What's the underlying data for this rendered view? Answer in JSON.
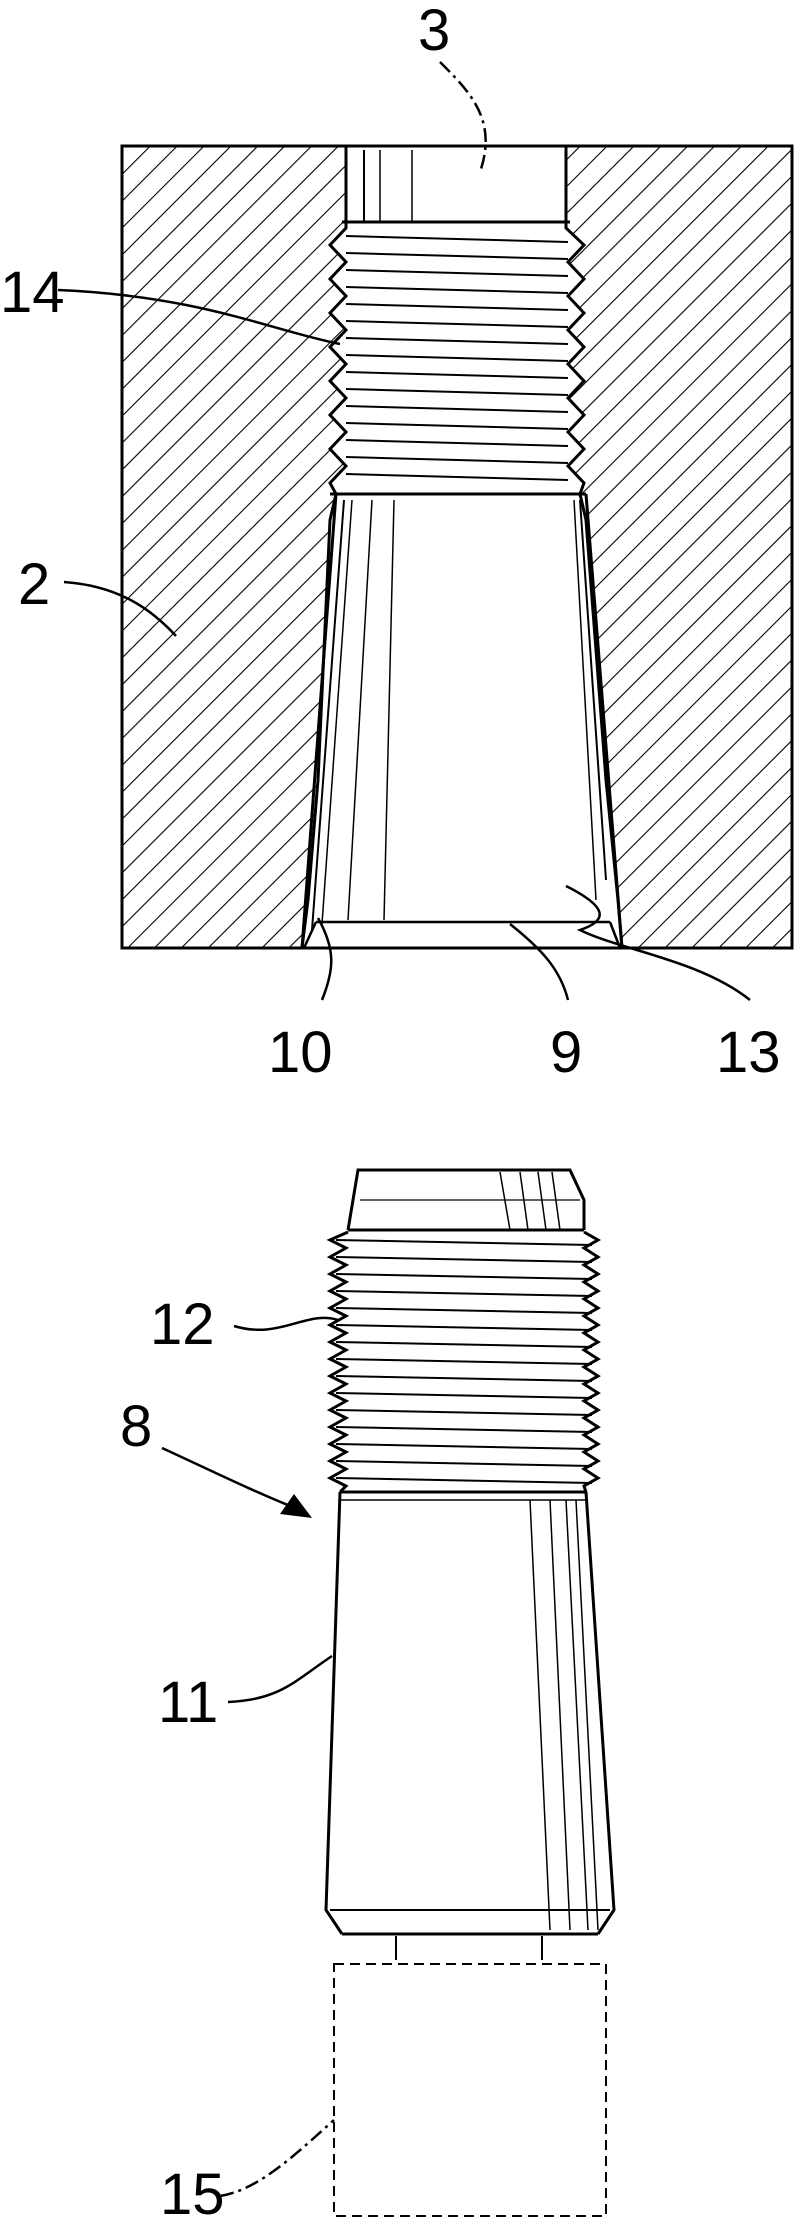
{
  "labels": {
    "l3": "3",
    "l14": "14",
    "l2": "2",
    "l10": "10",
    "l9": "9",
    "l13": "13",
    "l12": "12",
    "l8": "8",
    "l11": "11",
    "l15": "15"
  },
  "colors": {
    "ink": "#000000",
    "paper": "#ffffff"
  }
}
